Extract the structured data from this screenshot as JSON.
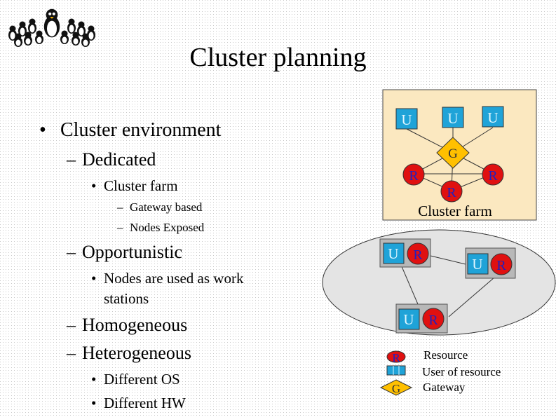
{
  "slide": {
    "title": "Cluster planning",
    "logo": "penguin-crowd-logo",
    "colors": {
      "background": "#ffffff",
      "dot": "#c8c8c8",
      "farm_bg": "#fbe8c0",
      "ellipse_bg": "#e4e4e4",
      "user_box": "#1fa3d8",
      "resource": "#e01010",
      "gateway": "#ffc000",
      "workstation": "#b8b8b8"
    }
  },
  "bullets": {
    "env": "Cluster environment",
    "dedicated": "Dedicated",
    "farm": "Cluster farm",
    "gateway_based": "Gateway based",
    "nodes_exposed": "Nodes Exposed",
    "opportunistic": "Opportunistic",
    "ws_line1": "Nodes are used as work",
    "ws_line2": "stations",
    "homogeneous": "Homogeneous",
    "heterogeneous": "Heterogeneous",
    "diff_os": "Different OS",
    "diff_hw": "Different HW"
  },
  "diagram": {
    "user_letter": "U",
    "resource_letter": "R",
    "gateway_letter": "G",
    "farm_caption": "Cluster farm"
  },
  "legend": {
    "resource": "Resource",
    "user": "User of resource",
    "gateway": "Gateway"
  }
}
